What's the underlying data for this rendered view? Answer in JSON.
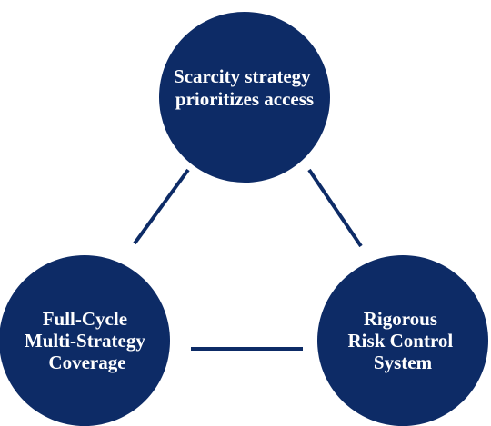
{
  "diagram": {
    "type": "triangle-cycle",
    "color": "#0d2b66",
    "text_color": "#ffffff",
    "nodes": {
      "top": {
        "lines": [
          "Scarcity strategy",
          "prioritizes access"
        ]
      },
      "left": {
        "lines": [
          "Full-Cycle",
          "Multi-Strategy",
          "Coverage"
        ]
      },
      "right": {
        "lines": [
          "Rigorous",
          "Risk Control",
          "System"
        ]
      }
    }
  }
}
